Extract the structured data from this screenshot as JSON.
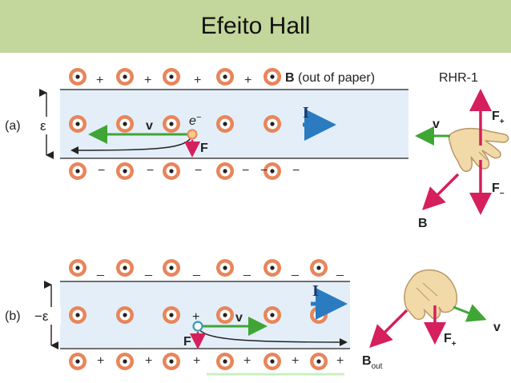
{
  "title": "Efeito Hall",
  "colors": {
    "title_bg": "#c3d69b",
    "strip": "#e3eef8",
    "strip_edge": "#444444",
    "b_symbol": "#e8855a",
    "force_arrow": "#d61f5d",
    "velocity_arrow": "#3fa535",
    "current_arrow": "#2a7bbf",
    "hand": "#f2d9a8"
  },
  "panel_a": {
    "label": "(a)",
    "emf": "ε",
    "top_signs": [
      "+",
      "+",
      "+",
      "+"
    ],
    "bottom_signs": [
      "−",
      "−",
      "−",
      "−",
      "−",
      "−"
    ],
    "b_label_bold": "B",
    "b_label_rest": " (out of paper)",
    "v_label": "v",
    "f_label": "F",
    "electron_label": "e",
    "electron_sup": "−",
    "i_label": "I"
  },
  "panel_b": {
    "label": "(b)",
    "emf": "−ε",
    "top_signs": [
      "_",
      "_",
      "_",
      "_",
      "_",
      "_"
    ],
    "bottom_signs": [
      "+",
      "+",
      "+",
      "+",
      "+",
      "+"
    ],
    "charge_label": "+",
    "v_label": "v",
    "f_label": "F",
    "i_label": "I"
  },
  "rhr_a": {
    "title": "RHR-1",
    "f_plus": "F",
    "f_plus_sub": "+",
    "f_minus": "F",
    "f_minus_sub": "−",
    "v_label": "v",
    "b_label": "B",
    "icon": "right-hand-icon"
  },
  "rhr_b": {
    "v_label": "v",
    "f_label": "F",
    "f_sub": "+",
    "b_label": "B",
    "b_sub": "out",
    "icon": "right-hand-icon"
  }
}
